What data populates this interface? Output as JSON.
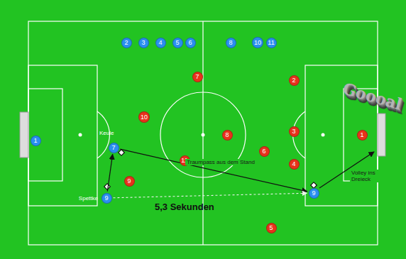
{
  "diagram": {
    "nodes": [
      {
        "text": [
          "2"
        ]
      },
      {
        "text": [
          "3"
        ]
      },
      {
        "text": [
          "4"
        ]
      },
      {
        "text": [
          "5"
        ]
      },
      {
        "text": [
          "6"
        ]
      },
      {
        "text": [
          "8"
        ]
      },
      {
        "text": [
          "10"
        ]
      },
      {
        "text": [
          "11"
        ]
      },
      {
        "text": [
          "7"
        ]
      },
      {
        "text": [
          "2"
        ]
      },
      {
        "text": [
          "10"
        ]
      },
      {
        "text": [
          "3"
        ]
      },
      {
        "text": [
          "8"
        ]
      },
      {
        "text": [
          "1"
        ]
      },
      {
        "text": [
          "1"
        ]
      },
      {
        "text": [
          "7"
        ]
      },
      {
        "text": [
          "6"
        ]
      },
      {
        "text": [
          "11"
        ]
      },
      {
        "text": [
          "4"
        ]
      },
      {
        "text": [
          "9"
        ]
      },
      {
        "text": [
          "9"
        ]
      },
      {
        "text": [
          "9"
        ]
      },
      {
        "text": [
          "5"
        ]
      }
    ],
    "edges": [
      {
        "from": 21,
        "to": 15,
        "arrow": "to"
      },
      {
        "from": 15,
        "to": 20,
        "label": "Traumpass aus dem Stand",
        "arrow": "to"
      },
      {
        "from": 21,
        "to": 20,
        "arrow": "to"
      }
    ],
    "labels": [
      "Keule",
      "Spettke",
      "Volley ins Dreieck",
      "5,3 Sekunden",
      "Goooal"
    ]
  }
}
